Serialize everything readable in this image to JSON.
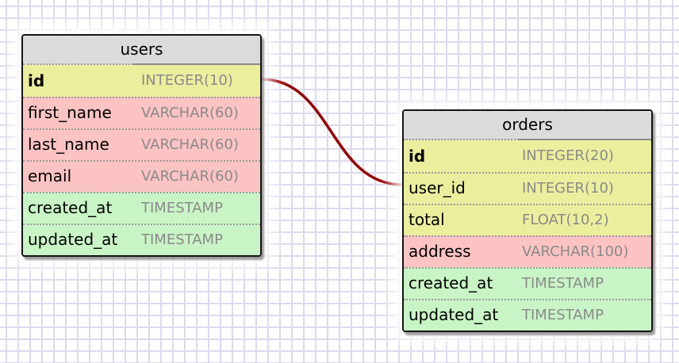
{
  "diagram": {
    "type": "entity-relationship",
    "tables": [
      {
        "name": "users",
        "columns": [
          {
            "name": "id",
            "type": "INTEGER(10)",
            "primary_key": true,
            "category": "numeric"
          },
          {
            "name": "first_name",
            "type": "VARCHAR(60)",
            "primary_key": false,
            "category": "text"
          },
          {
            "name": "last_name",
            "type": "VARCHAR(60)",
            "primary_key": false,
            "category": "text"
          },
          {
            "name": "email",
            "type": "VARCHAR(60)",
            "primary_key": false,
            "category": "text"
          },
          {
            "name": "created_at",
            "type": "TIMESTAMP",
            "primary_key": false,
            "category": "datetime"
          },
          {
            "name": "updated_at",
            "type": "TIMESTAMP",
            "primary_key": false,
            "category": "datetime"
          }
        ]
      },
      {
        "name": "orders",
        "columns": [
          {
            "name": "id",
            "type": "INTEGER(20)",
            "primary_key": true,
            "category": "numeric"
          },
          {
            "name": "user_id",
            "type": "INTEGER(10)",
            "primary_key": false,
            "category": "numeric"
          },
          {
            "name": "total",
            "type": "FLOAT(10,2)",
            "primary_key": false,
            "category": "numeric"
          },
          {
            "name": "address",
            "type": "VARCHAR(100)",
            "primary_key": false,
            "category": "text"
          },
          {
            "name": "created_at",
            "type": "TIMESTAMP",
            "primary_key": false,
            "category": "datetime"
          },
          {
            "name": "updated_at",
            "type": "TIMESTAMP",
            "primary_key": false,
            "category": "datetime"
          }
        ]
      }
    ],
    "relations": [
      {
        "from_table": "users",
        "from_column": "id",
        "to_table": "orders",
        "to_column": "user_id"
      }
    ]
  },
  "colors": {
    "row_numeric": "#ebee9d",
    "row_text": "#fcc3c3",
    "row_datetime": "#c9f4c6",
    "header_bg": "#dbdbdb",
    "relation_line": "#960000",
    "type_text": "#8a8a8a",
    "grid_line": "#dadaef"
  }
}
